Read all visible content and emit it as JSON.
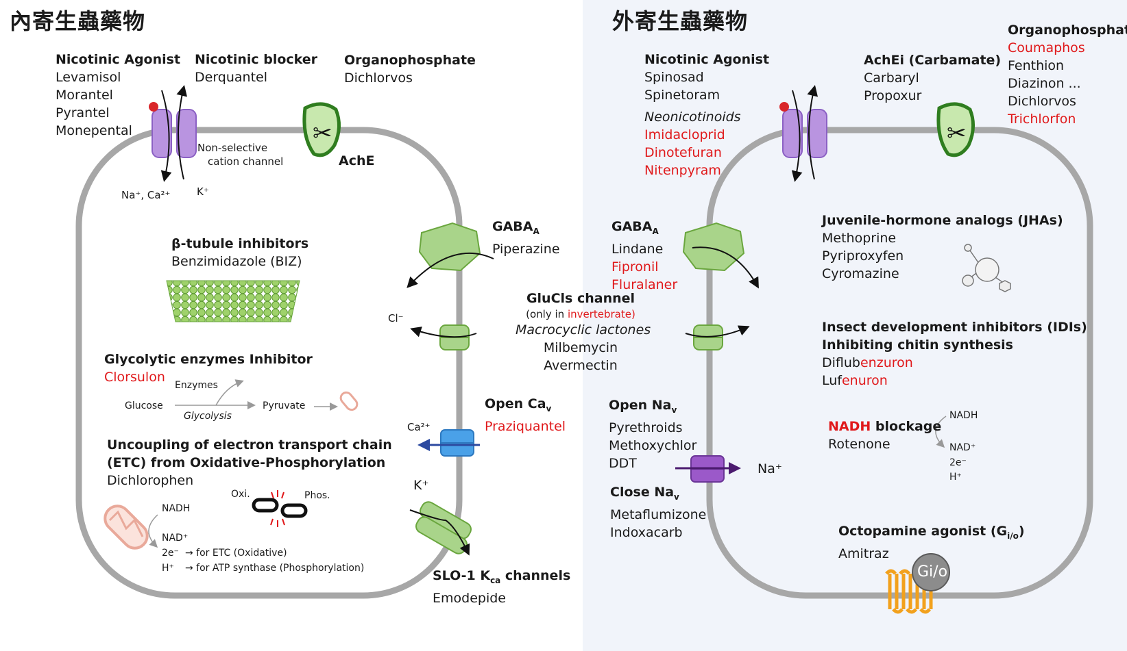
{
  "left": {
    "title": "內寄生蟲藥物",
    "nicotinic_agonist": {
      "heading": "Nicotinic Agonist",
      "items": [
        "Levamisol",
        "Morantel",
        "Pyrantel",
        "Monepental"
      ]
    },
    "nicotinic_blocker": {
      "heading": "Nicotinic blocker",
      "items": [
        "Derquantel"
      ]
    },
    "organophosphate": {
      "heading": "Organophosphate",
      "items": [
        "Dichlorvos"
      ]
    },
    "ache_label": "AchE",
    "nonselective": [
      "Non-selective",
      "cation channel"
    ],
    "ions_na_ca": "Na⁺, Ca²⁺",
    "ion_k_top": "K⁺",
    "btubule": {
      "heading": "β-tubule inhibitors",
      "items": [
        "Benzimidazole (BIZ)"
      ]
    },
    "gaba": {
      "heading": "GABA",
      "sub": "A",
      "items": [
        "Piperazine"
      ]
    },
    "cl_label": "Cl⁻",
    "glycolytic": {
      "heading": "Glycolytic enzymes Inhibitor",
      "drug": "Clorsulon",
      "enzymes": "Enzymes",
      "glucose": "Glucose",
      "glycolysis": "Glycolysis",
      "pyruvate": "Pyruvate"
    },
    "open_cav": {
      "heading": "Open Ca",
      "sub": "v",
      "drug": "Praziquantel"
    },
    "ca_label": "Ca²⁺",
    "uncoupling": {
      "line1": "Uncoupling of electron transport chain",
      "line2": "(ETC) from Oxidative-Phosphorylation",
      "drug": "Dichlorophen",
      "oxi": "Oxi.",
      "phos": "Phos.",
      "nadh": "NADH",
      "nad": "NAD⁺",
      "e": "2e⁻",
      "e_note": "→ for ETC (Oxidative)",
      "h": "H⁺",
      "h_note": "→ for ATP synthase (Phosphorylation)"
    },
    "k_label": "K⁺",
    "slo1": {
      "heading": "SLO-1 K",
      "sub": "ca",
      "heading_end": " channels",
      "drug": "Emodepide"
    }
  },
  "center": {
    "glucls": "GluCls channel",
    "only_pre": "(only in ",
    "only_red": "invertebrate)",
    "macro": "Macrocyclic lactones",
    "items": [
      "Milbemycin",
      "Avermectin"
    ]
  },
  "right": {
    "title": "外寄生蟲藥物",
    "nicotinic_agonist": {
      "heading": "Nicotinic Agonist",
      "items": [
        "Spinosad",
        "Spinetoram"
      ],
      "neo": "Neonicotinoids",
      "neo_items": [
        "Imidacloprid",
        "Dinotefuran",
        "Nitenpyram"
      ]
    },
    "achei": {
      "heading": "AchEi (Carbamate)",
      "items": [
        "Carbaryl",
        "Propoxur"
      ]
    },
    "organophosphate": {
      "heading": "Organophosphate",
      "items": [
        {
          "text": "Coumaphos",
          "red": true
        },
        {
          "text": "Fenthion",
          "red": false
        },
        {
          "text": "Diazinon ...",
          "red": false
        },
        {
          "text": "Dichlorvos",
          "red": false
        },
        {
          "text": "Trichlorfon",
          "red": true
        }
      ]
    },
    "gaba": {
      "heading": "GABA",
      "sub": "A",
      "items": [
        {
          "text": "Lindane",
          "red": false
        },
        {
          "text": "Fipronil",
          "red": true
        },
        {
          "text": "Fluralaner",
          "red": true
        }
      ]
    },
    "jha": {
      "heading": "Juvenile-hormone analogs (JHAs)",
      "items": [
        "Methoprine",
        "Pyriproxyfen",
        "Cyromazine"
      ]
    },
    "idi": {
      "line1": "Insect development inhibitors (IDIs)",
      "line2": "Inhibiting chitin synthesis",
      "d1a": "Diflub",
      "d1b": "enzuron",
      "d2a": "Luf",
      "d2b": "enuron"
    },
    "open_nav": {
      "heading": "Open Na",
      "sub": "v",
      "items": [
        "Pyrethroids",
        "Methoxychlor",
        "DDT"
      ]
    },
    "na_label": "Na⁺",
    "close_nav": {
      "heading": "Close Na",
      "sub": "v",
      "items": [
        "Metaflumizone",
        "Indoxacarb"
      ]
    },
    "nadh_block": {
      "red": "NADH",
      "rest": " blockage",
      "drug": "Rotenone",
      "nadh": "NADH",
      "nad": "NAD⁺",
      "e": "2e⁻",
      "h": "H⁺"
    },
    "octopamine": {
      "heading": "Octopamine agonist (G",
      "sub": "i/o",
      "heading_end": ")",
      "drug": "Amitraz",
      "gio": "Gi/o"
    }
  }
}
